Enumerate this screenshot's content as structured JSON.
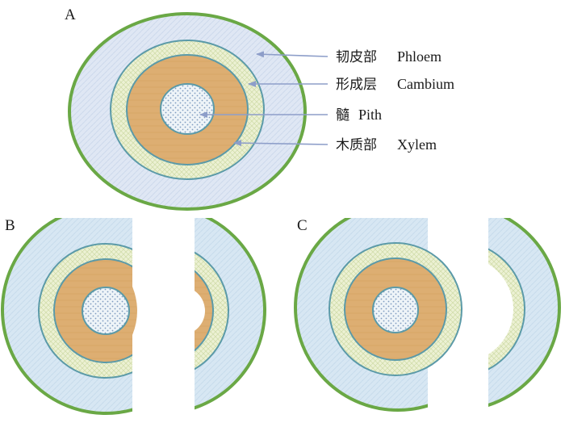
{
  "panels": [
    {
      "id": "A",
      "label": "A"
    },
    {
      "id": "B",
      "label": "B"
    },
    {
      "id": "C",
      "label": "C"
    }
  ],
  "tissue_labels": [
    {
      "zh": "韧皮部",
      "en": "Phloem"
    },
    {
      "zh": "形成层",
      "en": "Cambium"
    },
    {
      "zh": "髓",
      "en": "Pith"
    },
    {
      "zh": "木质部",
      "en": "Xylem"
    }
  ],
  "colors": {
    "bark_ring": "#6aa845",
    "phloem": "#dde7f3",
    "phloem_light": "#d6e6f2",
    "boundary": "#5b9aa8",
    "cambium": "#e9efcf",
    "xylem": "#ddae72",
    "pith": "#eef4f8",
    "pith_dots": "#6b8bb0",
    "arrow": "#8d9ec9"
  }
}
